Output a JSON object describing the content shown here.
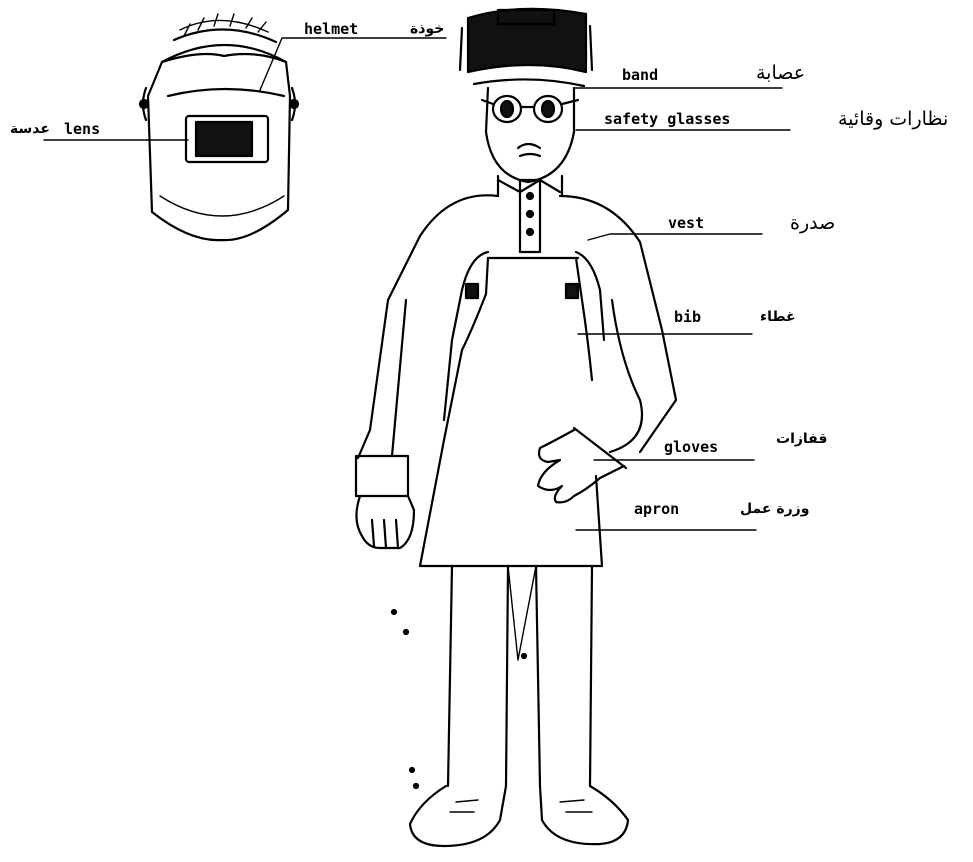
{
  "labels": {
    "helmet": {
      "en": "helmet",
      "ar": "خوذة"
    },
    "lens": {
      "en": "lens",
      "ar": "عدسة"
    },
    "band": {
      "en": "band",
      "ar": "عصابة"
    },
    "safety_glasses": {
      "en": "safety glasses",
      "ar": "نظارات وقائية"
    },
    "vest": {
      "en": "vest",
      "ar": "صدرة"
    },
    "bib": {
      "en": "bib",
      "ar": "غطاء"
    },
    "gloves": {
      "en": "gloves",
      "ar": "قفازات"
    },
    "apron": {
      "en": "apron",
      "ar": "وزرة عمل"
    }
  },
  "colors": {
    "ink": "#000000",
    "paper": "#ffffff"
  }
}
